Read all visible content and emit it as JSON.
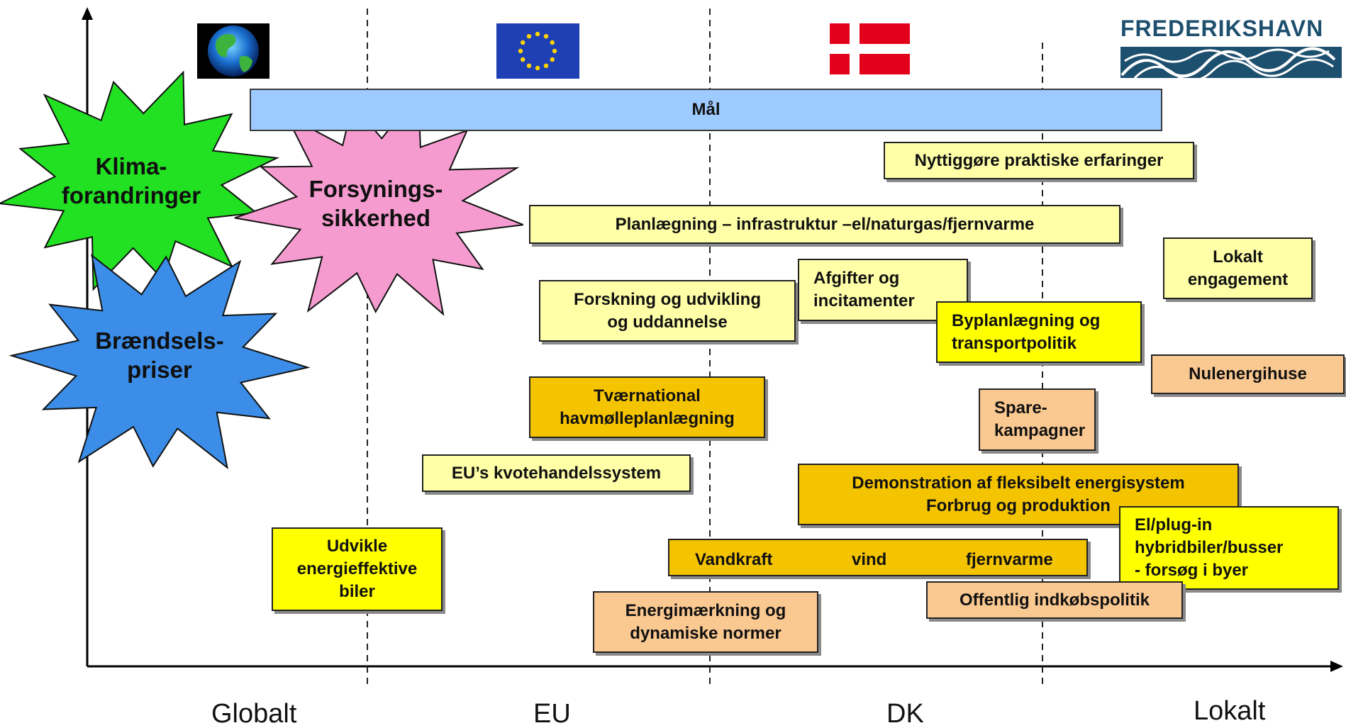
{
  "axis": {
    "x_labels": [
      "Globalt",
      "EU",
      "DK",
      "Lokalt"
    ]
  },
  "logos": {
    "globe": "globe-icon",
    "eu_flag": "eu-flag-icon",
    "dk_flag": "danish-flag-icon",
    "frederikshavn_text": "FREDERIKSHAVN"
  },
  "drivers": {
    "klima": "Klima-\nforandringer",
    "forsyning": "Forsynings-\nsikkerhed",
    "braendsel": "Brændsels-\npriser"
  },
  "goal_bar": {
    "label": "Mål"
  },
  "boxes": {
    "nyttiggoere": "Nyttiggøre praktiske erfaringer",
    "planlaegning": "Planlægning – infrastruktur –el/naturgas/fjernvarme",
    "lokalt_engagement": "Lokalt\nengagement",
    "forskning": "Forskning og udvikling\nog uddannelse",
    "afgifter": "Afgifter og\nincitamenter",
    "byplan": "Byplanlægning og\ntransportpolitik",
    "nulenergi": "Nulenergihuse",
    "havmoelle": "Tværnational\nhavmølleplanlægning",
    "spare": "Spare-\nkampagner",
    "kvote": "EU’s kvotehandelssystem",
    "demo": "Demonstration af fleksibelt energisystem\nForbrug og produktion",
    "elbiler": "El/plug-in\nhybridbiler/busser\n - forsøg i byer",
    "biler": "Udvikle\nenergieffektive\nbiler",
    "vandkraft": "Vandkraft",
    "vind": "vind",
    "fjernvarme": "fjernvarme",
    "indkoeb": "Offentlig indkøbspolitik",
    "maerkning": "Energimærkning og\ndynamiske normer"
  },
  "colors": {
    "cream": "#ffffa8",
    "yellow": "#ffff00",
    "gold": "#f5c400",
    "peach": "#fac891",
    "goal": "#9ecbff",
    "green_star": "#22e022",
    "pink_star": "#f59bcf",
    "blue_star": "#3b8de8",
    "brand_blue": "#1d4f6e"
  }
}
